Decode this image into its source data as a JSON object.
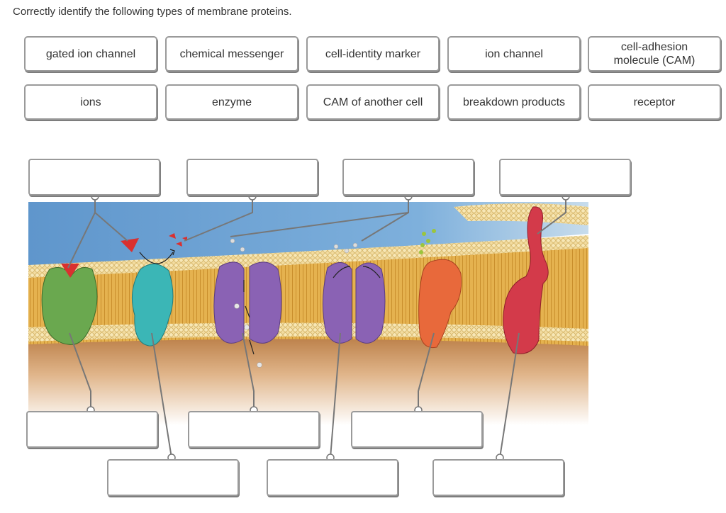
{
  "question": "Correctly identify the following types of membrane proteins.",
  "labels": [
    "gated ion channel",
    "chemical messenger",
    "cell-identity marker",
    "ion channel",
    "cell-adhesion molecule (CAM)",
    "ions",
    "enzyme",
    "CAM of another cell",
    "breakdown products",
    "receptor"
  ],
  "colors": {
    "sky": "#6a9fd0",
    "membrane": "#ebc064",
    "cytoplasm": "#c58a4e",
    "gated_channel": "#6aa84f",
    "enzyme": "#3bb6b6",
    "ion_channel": "#8a62b4",
    "receptor": "#e8693b",
    "cam": "#d33a4a",
    "messenger": "#d93030"
  }
}
